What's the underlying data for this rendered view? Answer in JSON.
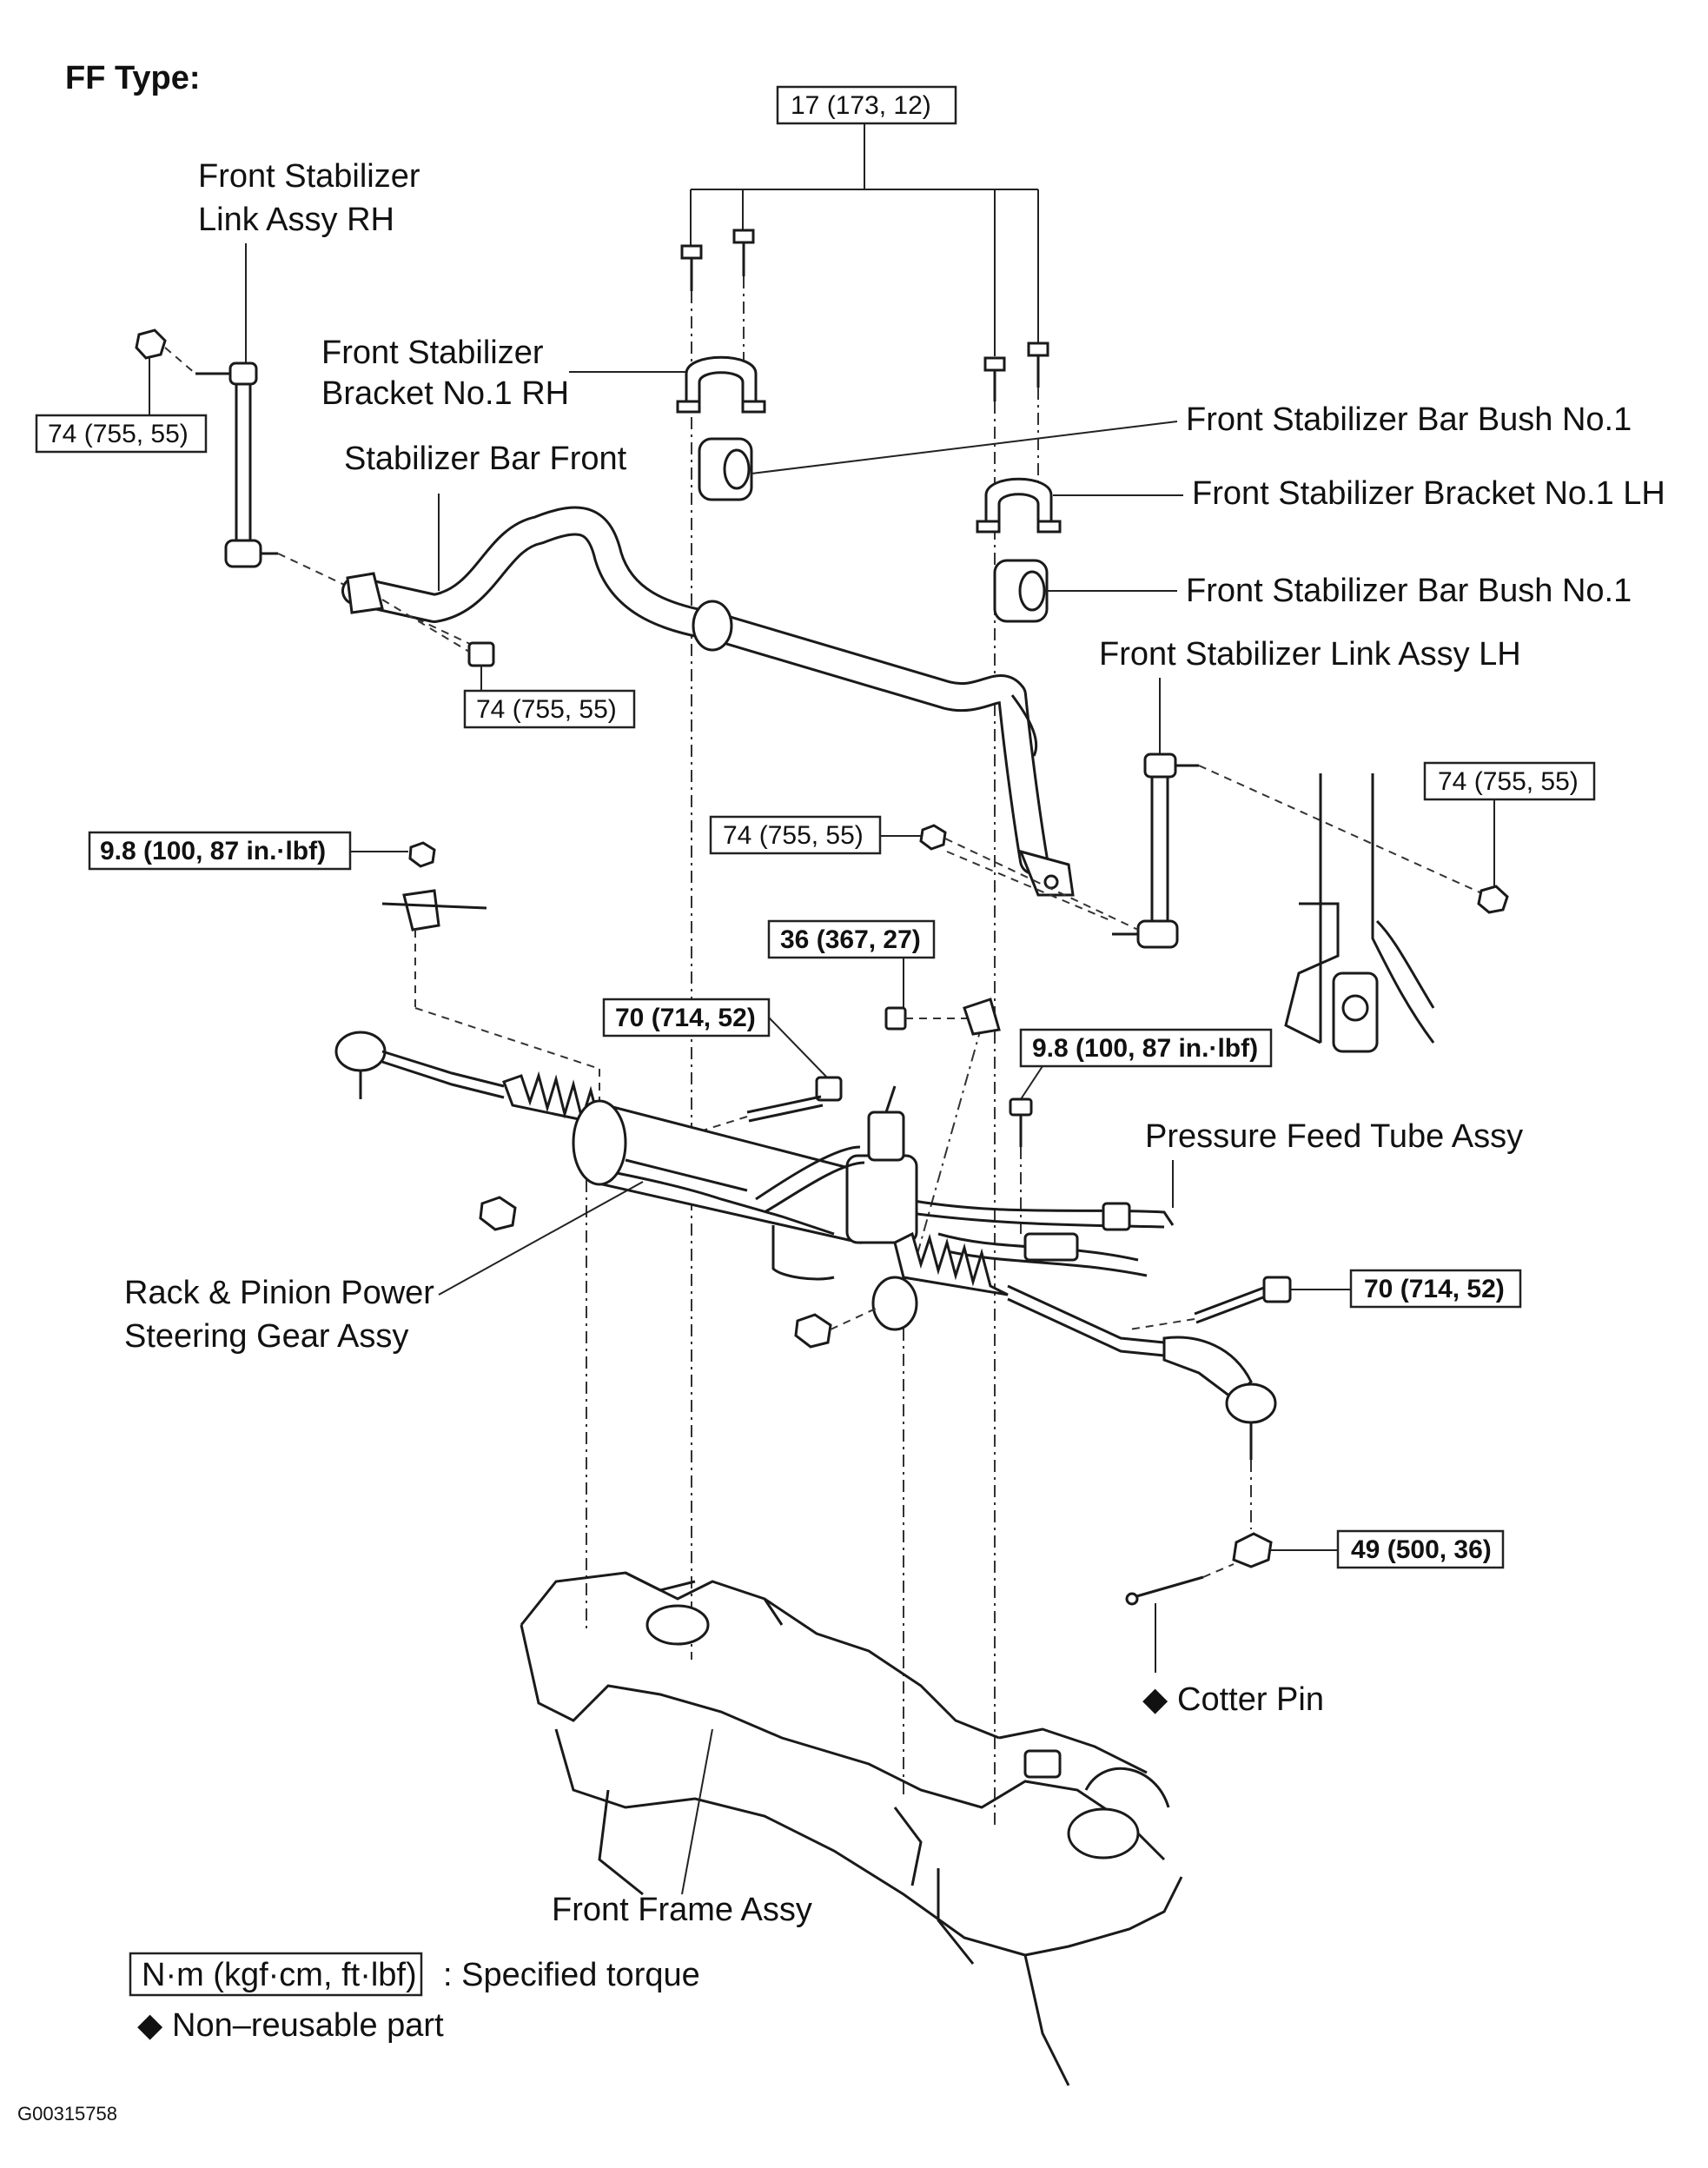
{
  "header": {
    "title": "FF Type:"
  },
  "labels": {
    "link_rh_1": "Front Stabilizer",
    "link_rh_2": "Link Assy RH",
    "bracket_rh_1": "Front Stabilizer",
    "bracket_rh_2": "Bracket No.1 RH",
    "bar_front": "Stabilizer Bar Front",
    "bush_1": "Front Stabilizer Bar Bush No.1",
    "bracket_lh": "Front Stabilizer Bracket No.1 LH",
    "bush_2": "Front Stabilizer Bar Bush No.1",
    "link_lh": "Front Stabilizer Link Assy LH",
    "pressure_tube": "Pressure Feed Tube Assy",
    "rack_1": "Rack & Pinion Power",
    "rack_2": "Steering Gear Assy",
    "cotter_pin": "Cotter Pin",
    "front_frame": "Front Frame Assy"
  },
  "torques": {
    "t_top": "17 (173, 12)",
    "t_link_rh": "74 (755, 55)",
    "t_bar_mid": "74 (755, 55)",
    "t_link_lh_top": "74 (755, 55)",
    "t_bar_lh": "74 (755, 55)",
    "t_clamp": "9.8 (100, 87 in.·lbf)",
    "t_36": "36 (367, 27)",
    "t_70_left": "70 (714, 52)",
    "t_tube": "9.8 (100, 87 in.·lbf)",
    "t_70_right": "70 (714, 52)",
    "t_49": "49 (500, 36)"
  },
  "legend": {
    "unit_box": "N·m (kgf·cm, ft·lbf)",
    "unit_desc": ": Specified torque",
    "nonreuse_symbol": "◆",
    "nonreuse_desc": "Non–reusable part"
  },
  "footer": {
    "code": "G00315758"
  },
  "colors": {
    "ink": "#111111",
    "background": "#ffffff"
  }
}
